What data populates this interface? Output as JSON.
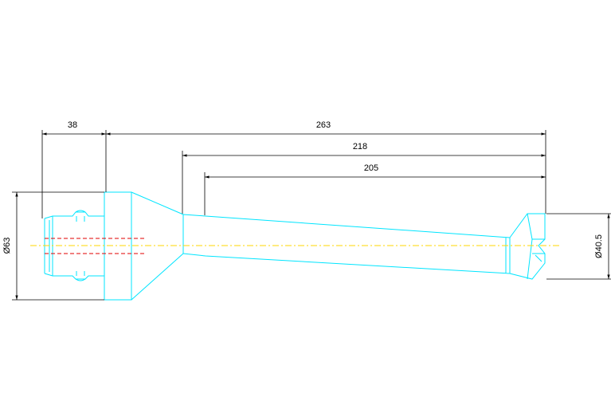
{
  "drawing": {
    "dimensions": {
      "flange_length": "38",
      "overall_length": "263",
      "body_length": "218",
      "flute_length": "205",
      "shank_diameter": "Ø63",
      "tip_diameter": "Ø40.5"
    },
    "colors": {
      "outline": "#00e5ff",
      "dimension": "#000000",
      "centerline": "#ffd700",
      "hidden": "#e00000",
      "background": "#ffffff"
    }
  }
}
